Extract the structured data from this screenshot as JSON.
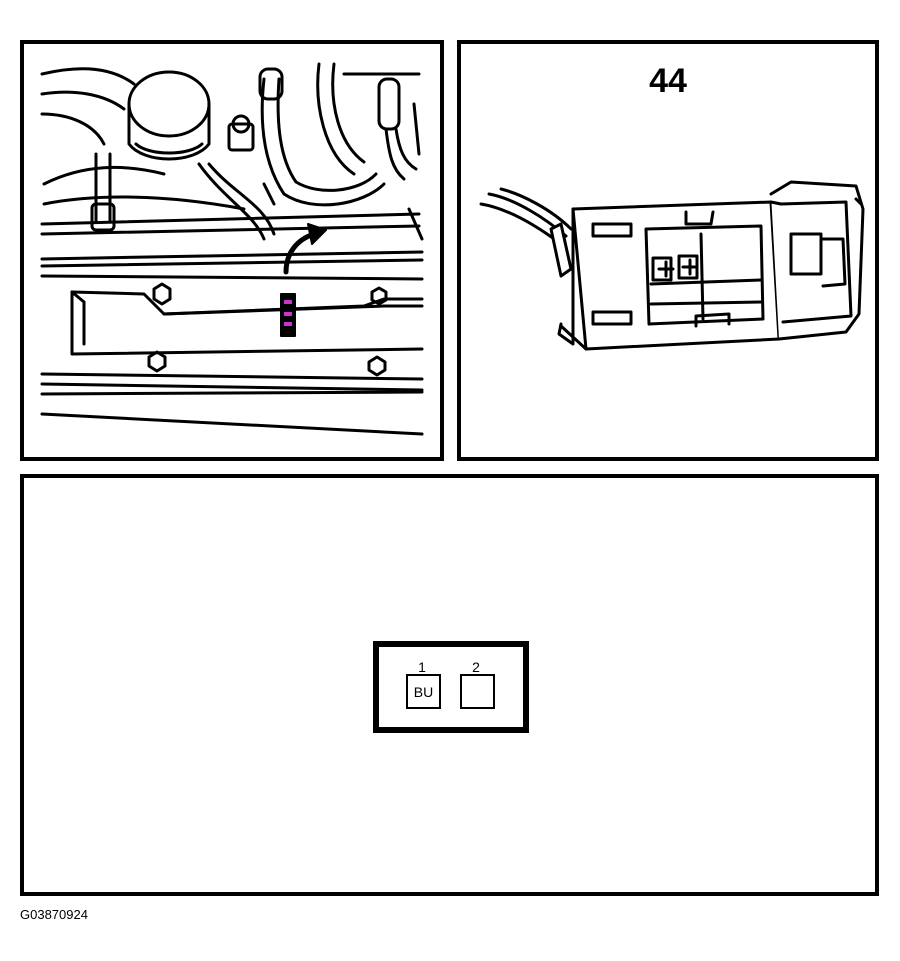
{
  "connector": {
    "callout": "44",
    "pins": [
      {
        "number": "1",
        "color": "BU"
      },
      {
        "number": "2",
        "color": ""
      }
    ]
  },
  "figure_id": "G03870924",
  "colors": {
    "line": "#000000",
    "highlight": "#cc33cc",
    "background": "#ffffff"
  },
  "icons": {
    "locator_arrow": "curved-arrow-icon"
  }
}
